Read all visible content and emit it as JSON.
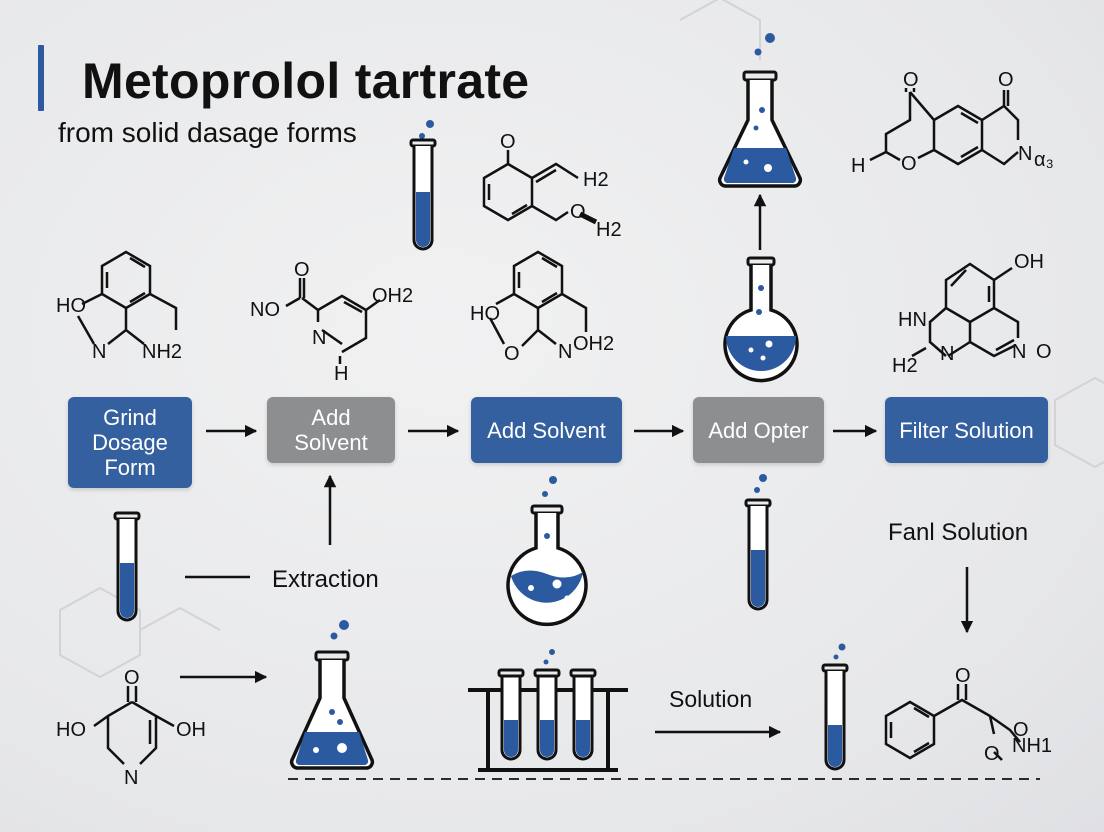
{
  "title": "Metoprolol tartrate",
  "subtitle": "from solid dasage forms",
  "steps": [
    {
      "label": "Grind Dosage Form",
      "color": "#34609f"
    },
    {
      "label": "Add Solvent",
      "color": "#8d8e90"
    },
    {
      "label": "Add Solvent",
      "color": "#34609f"
    },
    {
      "label": "Add Opter",
      "color": "#8d8e90"
    },
    {
      "label": "Filter Solution",
      "color": "#34609f"
    }
  ],
  "labels": {
    "extraction": "Extraction",
    "final_solution": "Fanl Solution",
    "solution": "Solution"
  },
  "structures": {
    "s1": {
      "o": "O",
      "h2a": "H2",
      "h2b": "H2"
    },
    "s2": {
      "o1": "O",
      "o2": "O",
      "h": "H",
      "n": "N",
      "sub": "α₃"
    },
    "s3": {
      "ho": "HO",
      "n": "N",
      "nh2": "NH2"
    },
    "s4": {
      "o": "O",
      "no": "NO",
      "oh2": "OH2",
      "n": "N",
      "h": "H"
    },
    "s5": {
      "ho": "HO",
      "o": "O",
      "n": "N",
      "oh2": "OH2"
    },
    "s6": {
      "oh": "OH",
      "hn": "HN",
      "h2": "H2",
      "n1": "N",
      "n2": "N",
      "o": "O"
    },
    "s7": {
      "o": "O",
      "ho": "HO",
      "oh": "OH",
      "n": "N"
    },
    "s8": {
      "o1": "O",
      "o2": "O",
      "o3": "O",
      "nh1": "NH1"
    }
  },
  "colors": {
    "liquid": "#2c5aa0",
    "accent": "#2c5aa0",
    "gray_box": "#8d8e90"
  }
}
